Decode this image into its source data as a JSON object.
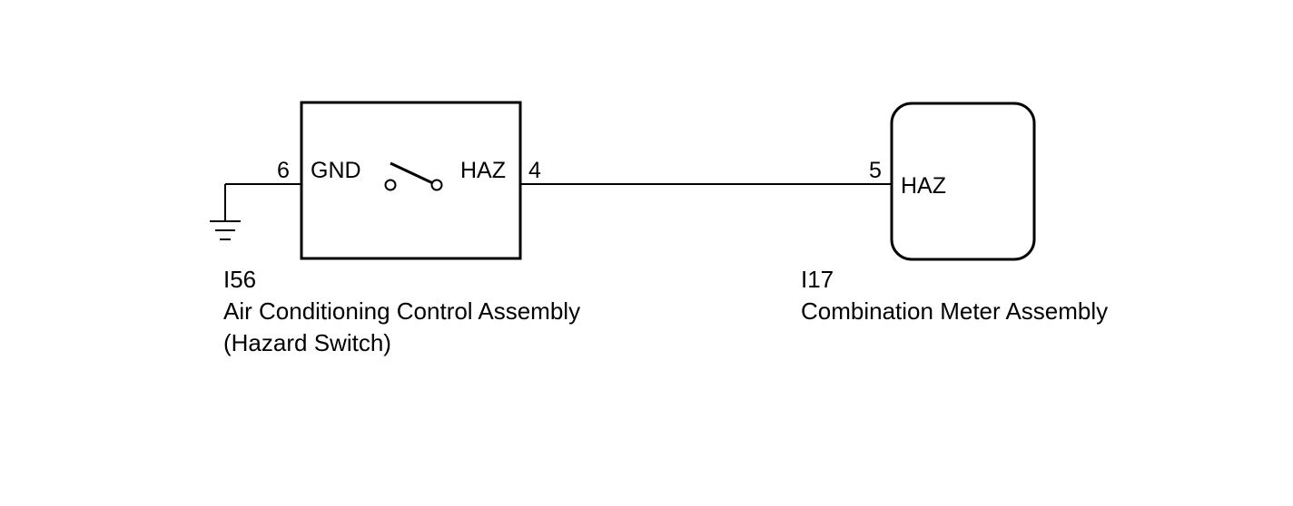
{
  "left_component": {
    "connector_id": "I56",
    "name": "Air Conditioning Control Assembly",
    "subname": "(Hazard Switch)",
    "pin_left_number": "6",
    "pin_left_label": "GND",
    "pin_right_label": "HAZ",
    "pin_right_number": "4"
  },
  "right_component": {
    "connector_id": "I17",
    "name": "Combination Meter Assembly",
    "pin_number": "5",
    "pin_label": "HAZ"
  },
  "colors": {
    "line": "#000000",
    "background": "#ffffff"
  },
  "icons": {
    "ground": "ground-symbol-icon",
    "switch": "open-switch-icon"
  }
}
